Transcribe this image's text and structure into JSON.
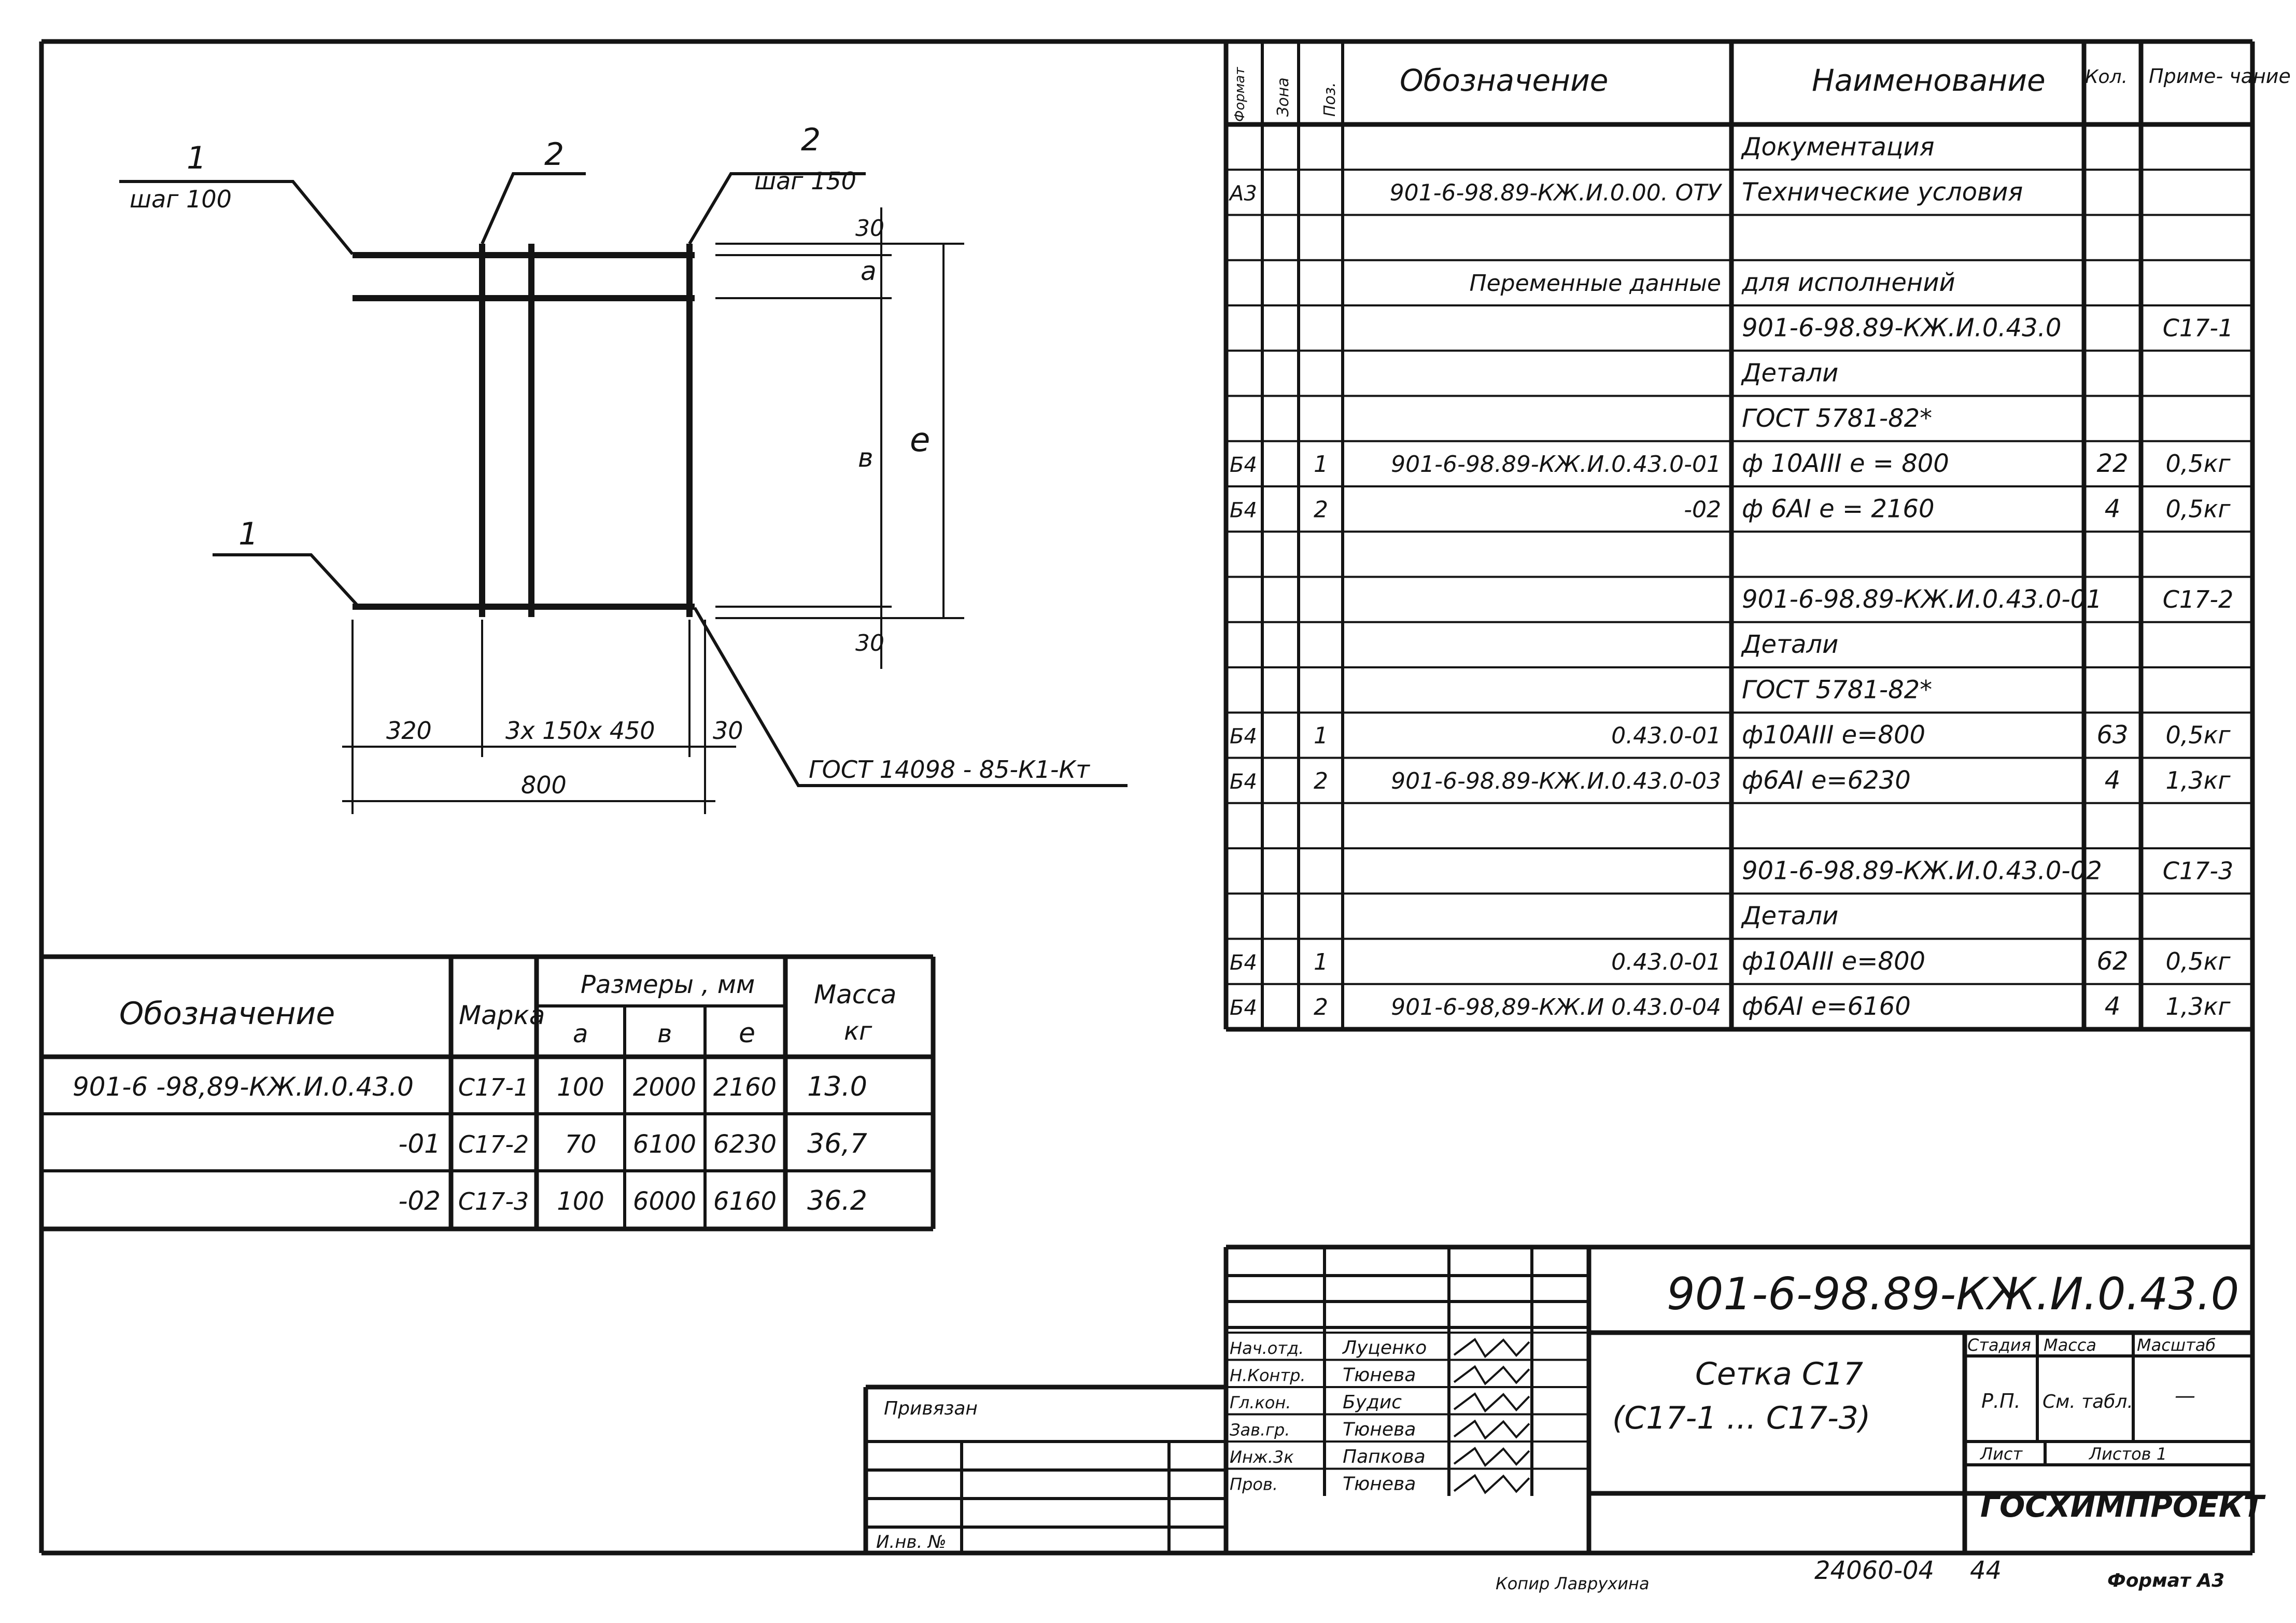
{
  "drawing": {
    "callouts": {
      "pos1_top": "1",
      "pos1_top_step": "шаг 100",
      "pos2_left": "2",
      "pos2_right": "2",
      "pos2_right_step": "шаг 150",
      "pos1_bottom": "1",
      "weld": "ГОСТ 14098 - 85-К1-Кт"
    },
    "dims": {
      "top30": "30",
      "a": "а",
      "b": "в",
      "e": "е",
      "bot30": "30",
      "left320": "320",
      "mid": "3х 150х 450",
      "right30": "30",
      "total": "800"
    }
  },
  "spec": {
    "headers": {
      "format": "Формат",
      "zone": "Зона",
      "pos": "Поз.",
      "designation": "Обозначение",
      "name": "Наименование",
      "qty": "Кол.",
      "note": "Приме- чание"
    },
    "rows": [
      {
        "format": "",
        "pos": "",
        "designation": "",
        "name": "Документация",
        "qty": "",
        "note": ""
      },
      {
        "format": "А3",
        "pos": "",
        "designation": "901-6-98.89-КЖ.И.0.00. ОТУ",
        "name": "Технические условия",
        "qty": "",
        "note": ""
      },
      {
        "format": "",
        "pos": "",
        "designation": "",
        "name": "",
        "qty": "",
        "note": ""
      },
      {
        "format": "",
        "pos": "",
        "designation": "Переменные данные",
        "name": "для исполнений",
        "qty": "",
        "note": ""
      },
      {
        "format": "",
        "pos": "",
        "designation": "",
        "name": "901-6-98.89-КЖ.И.0.43.0",
        "qty": "",
        "note": "С17-1"
      },
      {
        "format": "",
        "pos": "",
        "designation": "",
        "name": "Детали",
        "qty": "",
        "note": ""
      },
      {
        "format": "",
        "pos": "",
        "designation": "",
        "name": "ГОСТ 5781-82*",
        "qty": "",
        "note": ""
      },
      {
        "format": "Б4",
        "pos": "1",
        "designation": "901-6-98.89-КЖ.И.0.43.0-01",
        "name": "ф 10АIII е = 800",
        "qty": "22",
        "note": "0,5кг"
      },
      {
        "format": "Б4",
        "pos": "2",
        "designation": "-02",
        "name": "ф 6АI е = 2160",
        "qty": "4",
        "note": "0,5кг"
      },
      {
        "format": "",
        "pos": "",
        "designation": "",
        "name": "",
        "qty": "",
        "note": ""
      },
      {
        "format": "",
        "pos": "",
        "designation": "",
        "name": "901-6-98.89-КЖ.И.0.43.0-01",
        "qty": "",
        "note": "С17-2"
      },
      {
        "format": "",
        "pos": "",
        "designation": "",
        "name": "Детали",
        "qty": "",
        "note": ""
      },
      {
        "format": "",
        "pos": "",
        "designation": "",
        "name": "ГОСТ 5781-82*",
        "qty": "",
        "note": ""
      },
      {
        "format": "Б4",
        "pos": "1",
        "designation": "0.43.0-01",
        "name": "ф10АIII е=800",
        "qty": "63",
        "note": "0,5кг"
      },
      {
        "format": "Б4",
        "pos": "2",
        "designation": "901-6-98.89-КЖ.И.0.43.0-03",
        "name": "ф6АI е=6230",
        "qty": "4",
        "note": "1,3кг"
      },
      {
        "format": "",
        "pos": "",
        "designation": "",
        "name": "",
        "qty": "",
        "note": ""
      },
      {
        "format": "",
        "pos": "",
        "designation": "",
        "name": "901-6-98.89-КЖ.И.0.43.0-02",
        "qty": "",
        "note": "С17-3"
      },
      {
        "format": "",
        "pos": "",
        "designation": "",
        "name": "Детали",
        "qty": "",
        "note": ""
      },
      {
        "format": "Б4",
        "pos": "1",
        "designation": "0.43.0-01",
        "name": "ф10АIII е=800",
        "qty": "62",
        "note": "0,5кг"
      },
      {
        "format": "Б4",
        "pos": "2",
        "designation": "901-6-98,89-КЖ.И 0.43.0-04",
        "name": "ф6АI е=6160",
        "qty": "4",
        "note": "1,3кг"
      }
    ]
  },
  "sizes": {
    "headers": {
      "designation": "Обозначение",
      "mark": "Марка",
      "sizes": "Размеры , мм",
      "a": "а",
      "b": "в",
      "e": "е",
      "mass": "Масса",
      "mass_unit": "кг"
    },
    "rows": [
      {
        "designation": "901-6 -98,89-КЖ.И.0.43.0",
        "mark": "С17-1",
        "a": "100",
        "b": "2000",
        "e": "2160",
        "mass": "13.0"
      },
      {
        "designation": "-01",
        "mark": "С17-2",
        "a": "70",
        "b": "6100",
        "e": "6230",
        "mass": "36,7"
      },
      {
        "designation": "-02",
        "mark": "С17-3",
        "a": "100",
        "b": "6000",
        "e": "6160",
        "mass": "36.2"
      }
    ]
  },
  "privyazan": {
    "label": "Привязан",
    "inv": "И.нв. №"
  },
  "titleblock": {
    "code": "901-6-98.89-КЖ.И.0.43.0",
    "title_line1": "Сетка С17",
    "title_line2": "(С17-1 ... С17-3)",
    "stage_label": "Стадия",
    "mass_label": "Масса",
    "scale_label": "Масштаб",
    "stage_value": "Р.П.",
    "mass_value": "См. табл.",
    "scale_value": "—",
    "sheet_label": "Лист",
    "sheets_label": "Листов 1",
    "org": "ГОСХИМПРОЕКТ",
    "roles": [
      {
        "role": "Нач.отд.",
        "name": "Луценко"
      },
      {
        "role": "Н.Контр.",
        "name": "Тюнева"
      },
      {
        "role": "Гл.кон.",
        "name": "Будис"
      },
      {
        "role": "Зав.гр.",
        "name": "Тюнева"
      },
      {
        "role": "Инж.3к",
        "name": "Папкова"
      },
      {
        "role": "Пров.",
        "name": "Тюнева"
      }
    ]
  },
  "footer": {
    "copied": "Копир Лаврухина",
    "number": "24060-04",
    "page": "44",
    "format": "Формат А3"
  }
}
